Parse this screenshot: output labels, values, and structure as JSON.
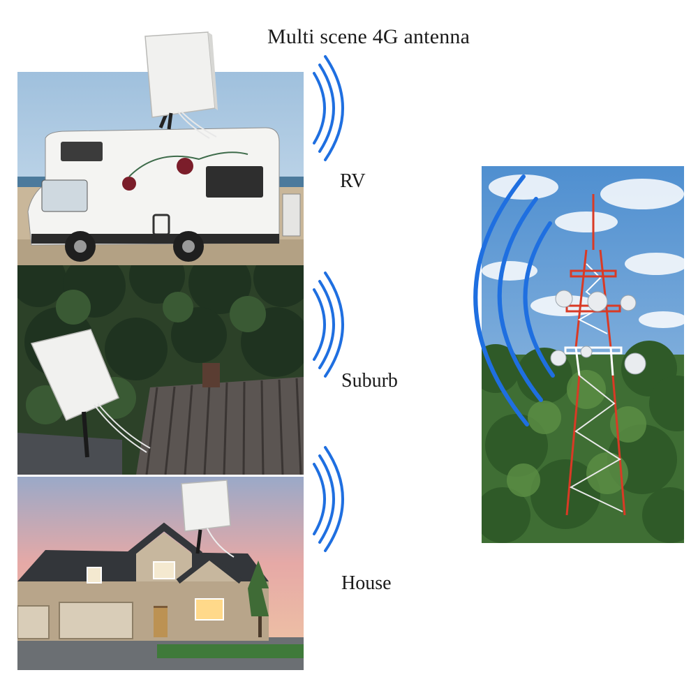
{
  "title": "Multi scene 4G antenna",
  "scenes": [
    {
      "label": "RV"
    },
    {
      "label": "Suburb"
    },
    {
      "label": "House"
    }
  ],
  "colors": {
    "signal_wave": "#1f6fe0",
    "antenna_panel": "#f1f1ef",
    "tower_red": "#d93a25",
    "sky_day": "#a9c6e0",
    "sunset_sky": "#e8a9a8",
    "forest": "#2d4a2a"
  },
  "icons": [
    "signal-wave-icon",
    "panel-antenna-icon",
    "cell-tower-icon"
  ]
}
